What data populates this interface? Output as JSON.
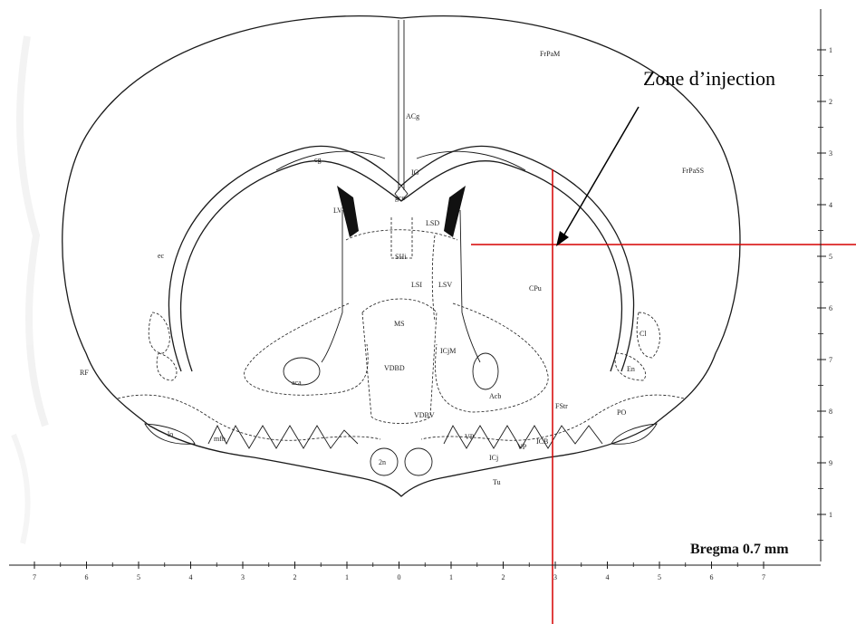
{
  "annotation": {
    "text": "Zone d’injection",
    "color": "#d60000"
  },
  "bregma": {
    "text": "Bregma 0.7 mm"
  },
  "regions": {
    "FrPaM": "FrPaM",
    "FrPaSS": "FrPaSS",
    "ACg": "ACg",
    "cg": "cg",
    "IG": "IG",
    "gcc": "gcc",
    "LV": "LV",
    "LSD": "LSD",
    "SHi": "SHi",
    "ec": "ec",
    "LSI": "LSI",
    "LSV": "LSV",
    "CPu": "CPu",
    "MS": "MS",
    "ICjM": "ICjM",
    "Cl": "Cl",
    "RF": "RF",
    "aca": "aca",
    "VDBD": "VDBD",
    "En": "En",
    "Acb": "Acb",
    "FStr": "FStr",
    "VDBV": "VDBV",
    "PO": "PO",
    "lo": "lo",
    "mfb": "mfb",
    "VP_left": "VP",
    "VP_right": "VP",
    "ICB": "ICB",
    "ICj": "ICj",
    "twoN": "2n",
    "Tu": "Tu"
  },
  "bottom_axis": [
    "7",
    "6",
    "5",
    "4",
    "3",
    "2",
    "1",
    "0",
    "1",
    "2",
    "3",
    "4",
    "5",
    "6",
    "7"
  ],
  "right_axis": [
    "1",
    "2",
    "3",
    "4",
    "5",
    "6",
    "7",
    "8",
    "9",
    "1"
  ]
}
